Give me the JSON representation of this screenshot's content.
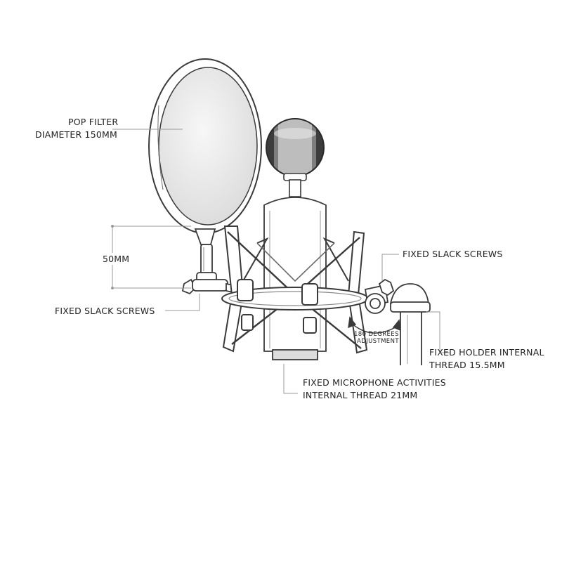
{
  "colors": {
    "line": "#3a3a3a",
    "callout": "#9a9a9a",
    "mesh": "#7e7e7e",
    "mesh_dark": "#3c3c3c",
    "filter_fill": "#e4e4e4",
    "text": "#222222"
  },
  "labels": {
    "pop_filter_line1": "POP FILTER",
    "pop_filter_line2": "DIAMETER 150MM",
    "gooseneck_length": "50MM",
    "left_screws": "FIXED SLACK SCREWS",
    "right_screws": "FIXED SLACK SCREWS",
    "adjustment_line1": "180 DEGREES",
    "adjustment_line2": "ADJUSTMENT",
    "holder_line1": "FIXED HOLDER INTERNAL",
    "holder_line2": "THREAD 15.5MM",
    "mic_line1": "FIXED MICROPHONE ACTIVITIES",
    "mic_line2": "INTERNAL THREAD 21MM"
  }
}
